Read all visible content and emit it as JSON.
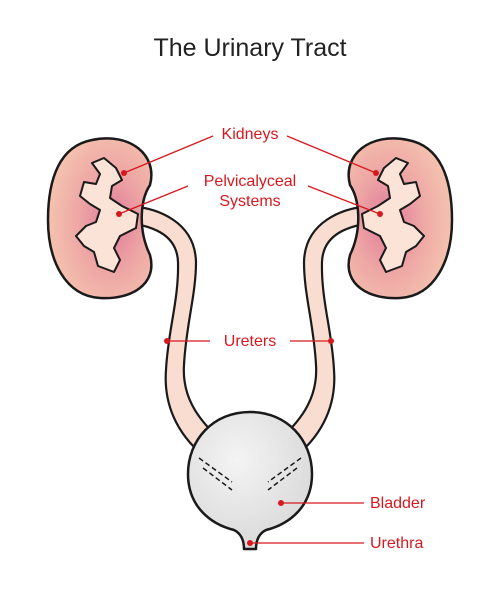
{
  "title": "The Urinary Tract",
  "labels": {
    "kidneys": "Kidneys",
    "pelvicalyceal_line1": "Pelvicalyceal",
    "pelvicalyceal_line2": "Systems",
    "ureters": "Ureters",
    "bladder": "Bladder",
    "urethra": "Urethra"
  },
  "colors": {
    "label": "#d7191f",
    "outline": "#1a1a1a",
    "kidney_fill": "#f2b9a8",
    "kidney_center": "#e07a9a",
    "pelvis_fill": "#fbe3d8",
    "ureter_fill": "#f9ddd0",
    "bladder_fill": "#e4e4e4"
  }
}
